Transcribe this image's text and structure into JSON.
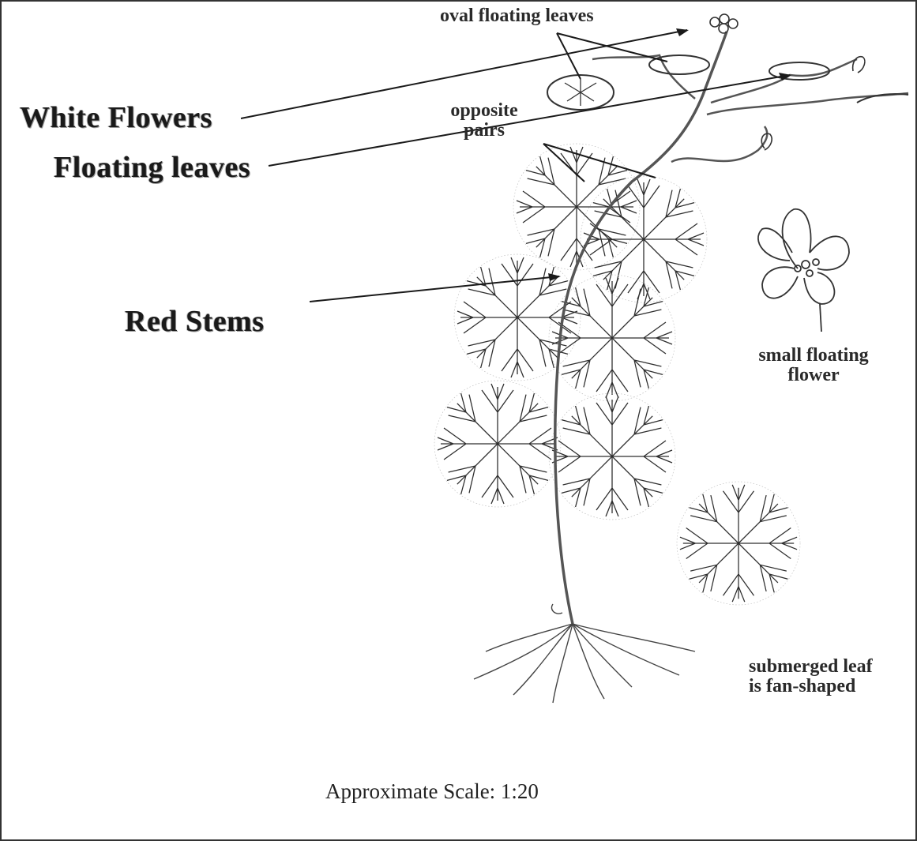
{
  "labels": {
    "white_flowers": "White Flowers",
    "floating_leaves": "Floating leaves",
    "red_stems": "Red Stems",
    "oval_floating_leaves": "oval floating leaves",
    "opposite_pairs_1": "opposite",
    "opposite_pairs_2": "pairs",
    "small_floating_flower_1": "small floating",
    "small_floating_flower_2": "flower",
    "submerged_leaf_1": "submerged leaf",
    "submerged_leaf_2": "is fan-shaped"
  },
  "scale": "Approximate Scale:  1:20",
  "colors": {
    "ink": "#2a2a2a",
    "stem": "#555555"
  }
}
